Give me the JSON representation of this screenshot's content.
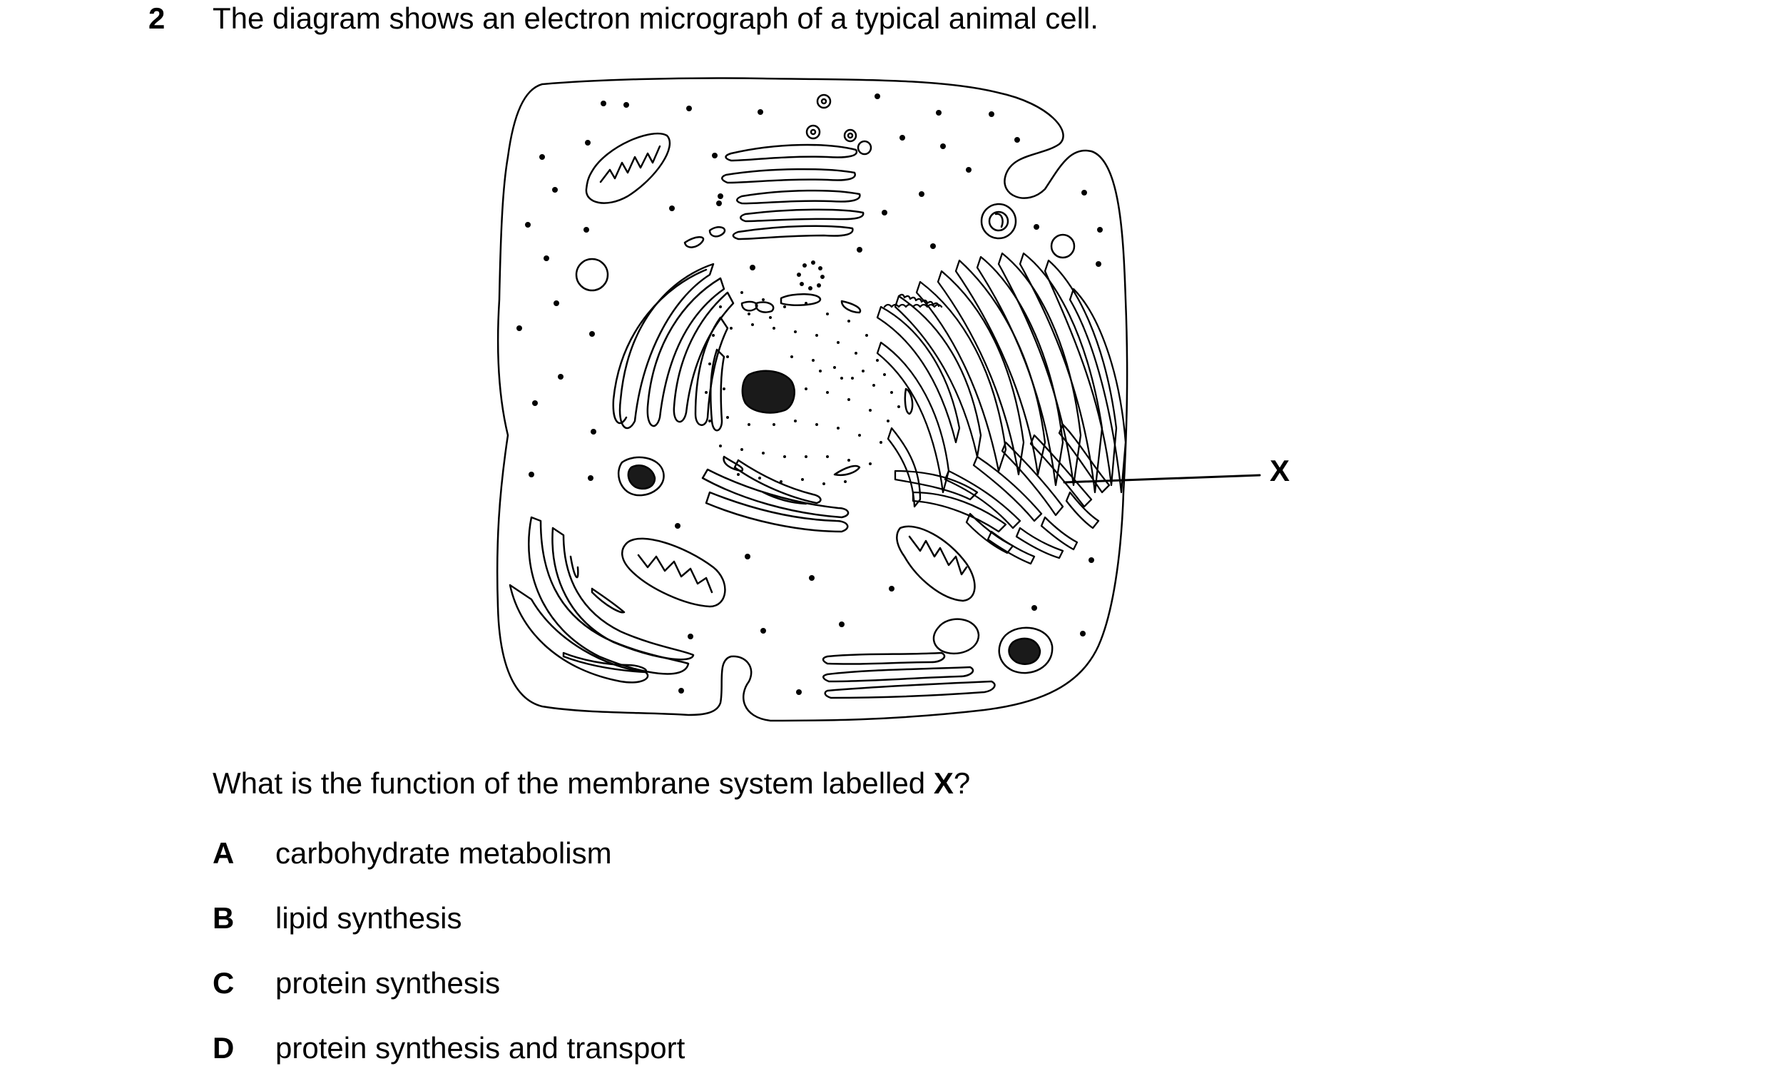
{
  "question": {
    "number": "2",
    "stem": "The diagram shows an electron micrograph of a typical animal cell.",
    "prompt_before": "What is the function of the membrane system labelled ",
    "prompt_bold": "X",
    "prompt_after": "?"
  },
  "diagram": {
    "label_x": "X"
  },
  "options": [
    {
      "letter": "A",
      "text": "carbohydrate metabolism"
    },
    {
      "letter": "B",
      "text": "lipid synthesis"
    },
    {
      "letter": "C",
      "text": "protein synthesis"
    },
    {
      "letter": "D",
      "text": "protein synthesis and transport"
    }
  ]
}
